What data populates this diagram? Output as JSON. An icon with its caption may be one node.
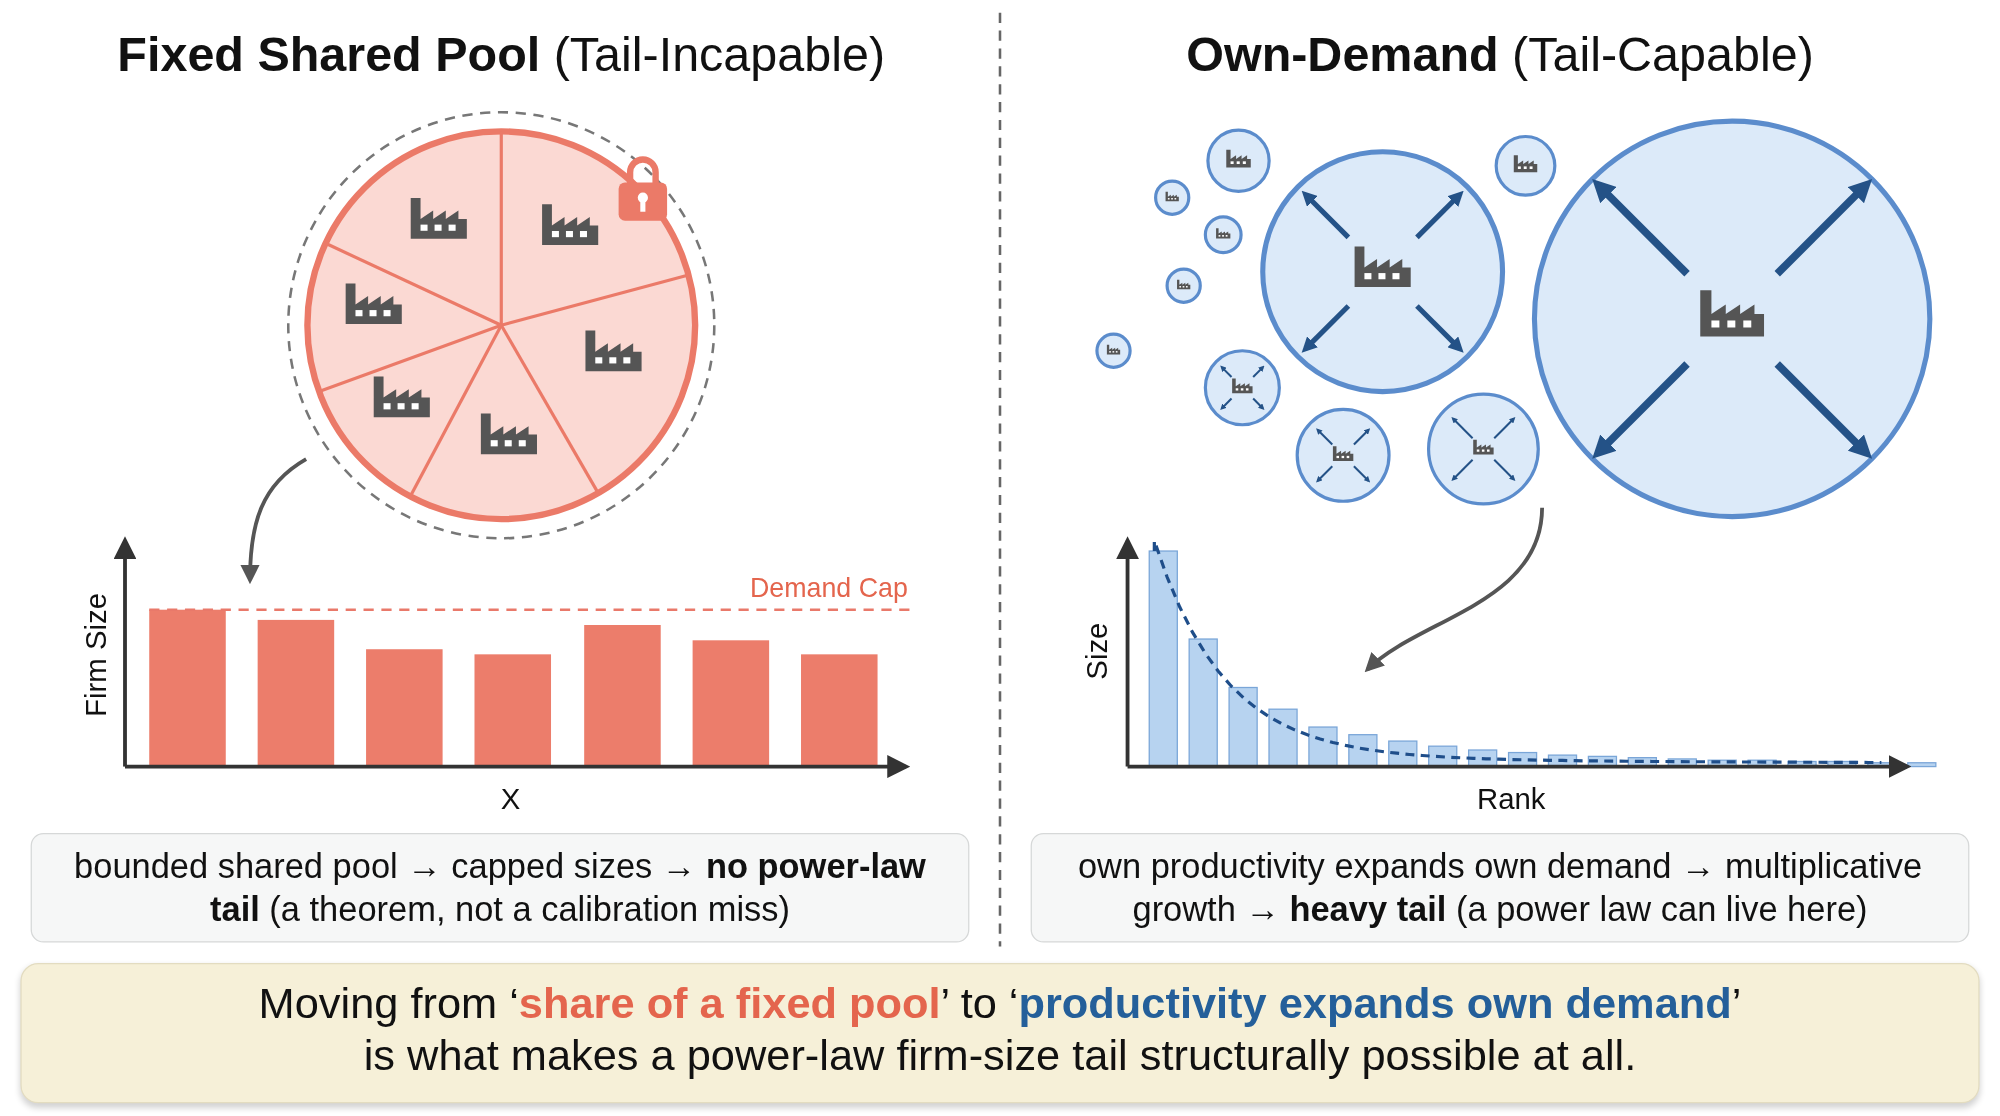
{
  "diagram": {
    "nodes": [
      {
        "text": [],
        "shape": "circle",
        "beside": [
          "**Fixed Shared Pool** (Tail-Incapable)"
        ]
      },
      {
        "text": [],
        "shape": "bar",
        "beside": [
          "Firm Size",
          "X"
        ]
      },
      {
        "text": [],
        "shape": "circle",
        "beside": [
          "**Own-Demand** (Tail-Capable)"
        ]
      },
      {
        "text": [],
        "shape": "bar",
        "beside": [
          "Size",
          "Rank"
        ]
      },
      {
        "text": [
          "bounded shared pool → capped sizes → **no power-law tail** (a theorem, not a calibration miss)"
        ]
      },
      {
        "text": [
          "own productivity expands own demand → multiplicative growth → **heavy tail** (a power law can live here)"
        ]
      },
      {
        "text": [
          "Moving from ‘**share of a fixed pool**’ to ‘**productivity expands own demand**’ is what makes a power-law firm-size tail structurally possible at all."
        ]
      }
    ],
    "edges": [
      {
        "from": 0,
        "to": 1,
        "arrow": "to"
      },
      {
        "from": 2,
        "to": 3,
        "arrow": "to"
      }
    ],
    "labels": [
      "Demand Cap"
    ]
  }
}
